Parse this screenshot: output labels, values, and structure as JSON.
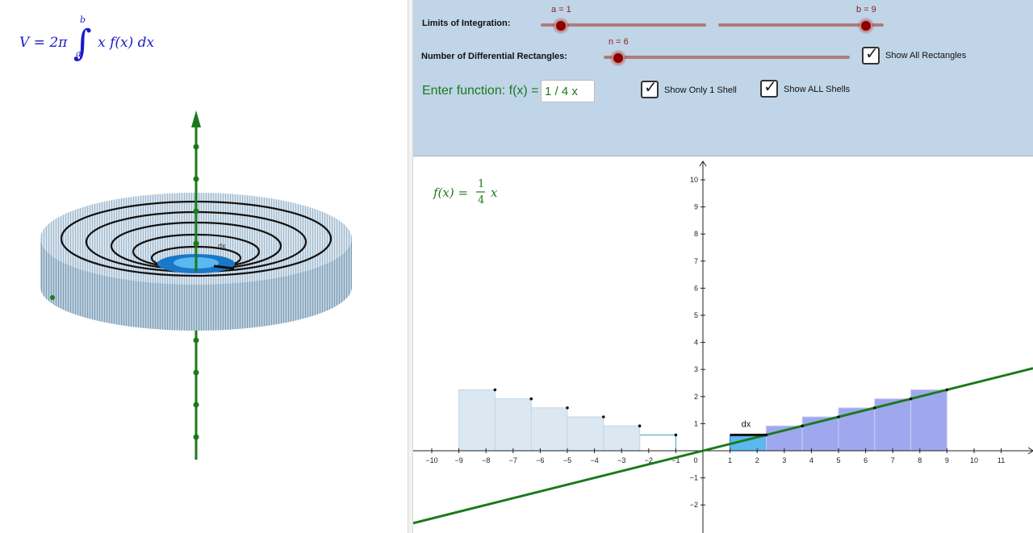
{
  "formula": {
    "prefix": "V = 2π",
    "integral": "∫",
    "upper_limit": "b",
    "lower_limit": "a",
    "integrand": "x f(x) dx"
  },
  "controls": {
    "limits_label": "Limits of Integration:",
    "a_value": "a = 1",
    "b_value": "b = 9",
    "rect_label": "Number of Differential Rectangles:",
    "n_value": "n = 6",
    "show_all_rectangles": "Show All Rectangles",
    "function_label": "Enter function: f(x) =",
    "function_value": "1 / 4 x",
    "show_one_shell": "Show Only 1 Shell",
    "show_all_shells": "Show ALL Shells"
  },
  "view3d": {
    "dx_label": "dx"
  },
  "graph": {
    "function_label": "f(x) =",
    "frac_num": "1",
    "frac_den": "4",
    "frac_var": "x",
    "dx_label": "dx",
    "x_ticks": [
      -10,
      -9,
      -8,
      -7,
      -6,
      -5,
      -4,
      -3,
      -2,
      -1,
      1,
      2,
      3,
      4,
      5,
      6,
      7,
      8,
      9,
      10,
      11
    ],
    "y_ticks": [
      -2,
      -1,
      1,
      2,
      3,
      4,
      5,
      6,
      7,
      8,
      9,
      10
    ],
    "origin_label": "0",
    "colors": {
      "line": "#1a7a1a",
      "rect_fill": "#9fa8ef",
      "mirror_fill": "#dbe7f1",
      "shell_fill": "#5bb8f0"
    }
  },
  "chart_data": {
    "type": "bar",
    "function": "f(x) = 1/4 x",
    "a": 1,
    "b": 9,
    "n": 6,
    "dx": 1.3333,
    "rectangles": [
      {
        "x0": 1.0,
        "x1": 2.333,
        "height": 0.583
      },
      {
        "x0": 2.333,
        "x1": 3.667,
        "height": 0.917
      },
      {
        "x0": 3.667,
        "x1": 5.0,
        "height": 1.25
      },
      {
        "x0": 5.0,
        "x1": 6.333,
        "height": 1.583
      },
      {
        "x0": 6.333,
        "x1": 7.667,
        "height": 1.917
      },
      {
        "x0": 7.667,
        "x1": 9.0,
        "height": 2.25
      }
    ],
    "xlim": [
      -10.8,
      12.0
    ],
    "ylim": [
      -2.6,
      10.5
    ],
    "grid": false
  }
}
